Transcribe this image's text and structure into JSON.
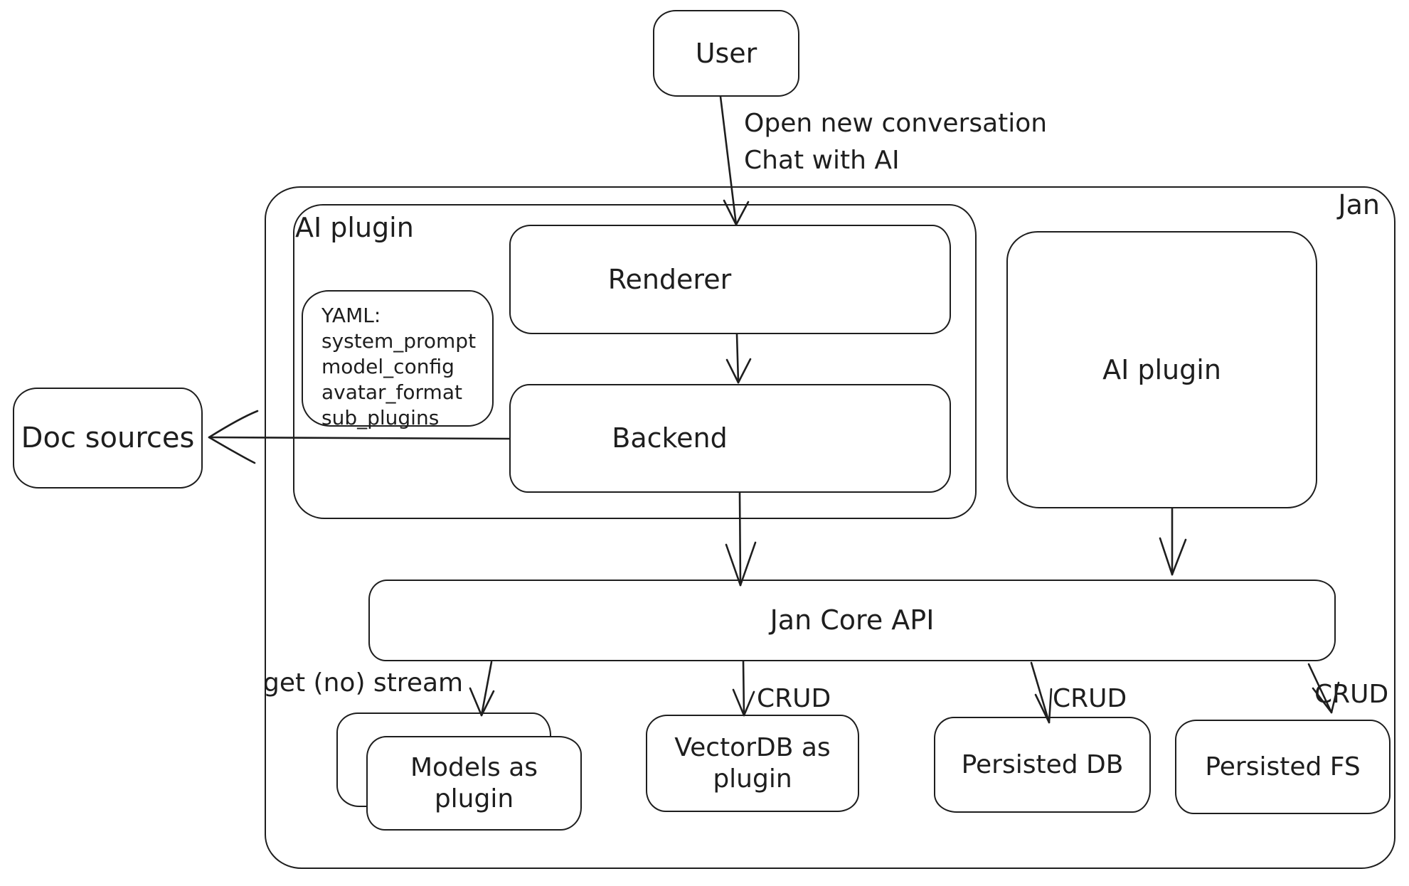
{
  "diagram": {
    "colors": {
      "stroke": "#1e1e1e",
      "background": "#ffffff"
    },
    "outer": {
      "label": "Jan"
    },
    "nodes": {
      "user": "User",
      "ai_plugin_left": "AI plugin",
      "renderer": "Renderer",
      "backend": "Backend",
      "ai_plugin_right": "AI plugin",
      "doc_sources": "Doc sources",
      "jan_core_api": "Jan Core API",
      "models_plugin": "Models as plugin",
      "vectordb_plugin": "VectorDB as plugin",
      "persisted_db": "Persisted DB",
      "persisted_fs": "Persisted FS"
    },
    "yaml_note": {
      "lines": [
        "YAML:",
        "system_prompt",
        "model_config",
        "avatar_format",
        "sub_plugins"
      ]
    },
    "edge_labels": {
      "user_edge_line1": "Open new conversation",
      "user_edge_line2": "Chat with AI",
      "models_edge": "get (no) stream",
      "vectordb_edge": "CRUD",
      "persisted_db_edge": "CRUD",
      "persisted_fs_edge": "CRUD"
    }
  }
}
